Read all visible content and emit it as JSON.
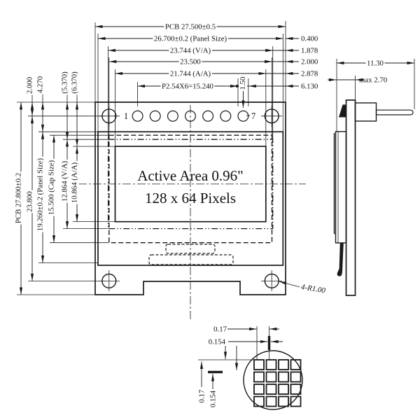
{
  "drawing": {
    "type": "mechanical-dimension-drawing",
    "line_color": "#1a1a1a",
    "background": "#ffffff"
  },
  "front_view": {
    "title_line1": "Active Area 0.96\"",
    "title_line2": "128 x 64 Pixels",
    "pin_first": "1",
    "pin_last": "7",
    "pin_count": 7,
    "pin_hole_dia": "1.50",
    "corner_radius_label": "4-R1.00",
    "top_dims": [
      "PCB 27.500±0.5",
      "26.700±0.2 (Panel Size)",
      "23.744 (V/A)",
      "23.500",
      "21.744 (A/A)",
      "P2.54X6=15.240"
    ],
    "right_dims": [
      "0.400",
      "1.878",
      "2.000",
      "2.878",
      "6.130"
    ],
    "left_dims": {
      "pcb_h": "PCB 27.800±0.2",
      "hole_span": "23.800",
      "panel_h": "19.260±0.2 (Panel Size)",
      "cap_h": "15.500 (Cap Size)",
      "va_h": "12.864 (V/A)",
      "aa_h": "10.864 (A/A)",
      "top_to_holes": "2.000",
      "top_to_panel": "4.270",
      "top_to_va": "(5.370)",
      "top_to_aa": "(6.370)"
    }
  },
  "side_view": {
    "depth_total": "11.30",
    "thickness_max": "max 2.70"
  },
  "pixel_detail": {
    "h_pitch": "0.17",
    "h_size": "0.154",
    "v_pitch": "0.17",
    "v_size": "0.154"
  }
}
